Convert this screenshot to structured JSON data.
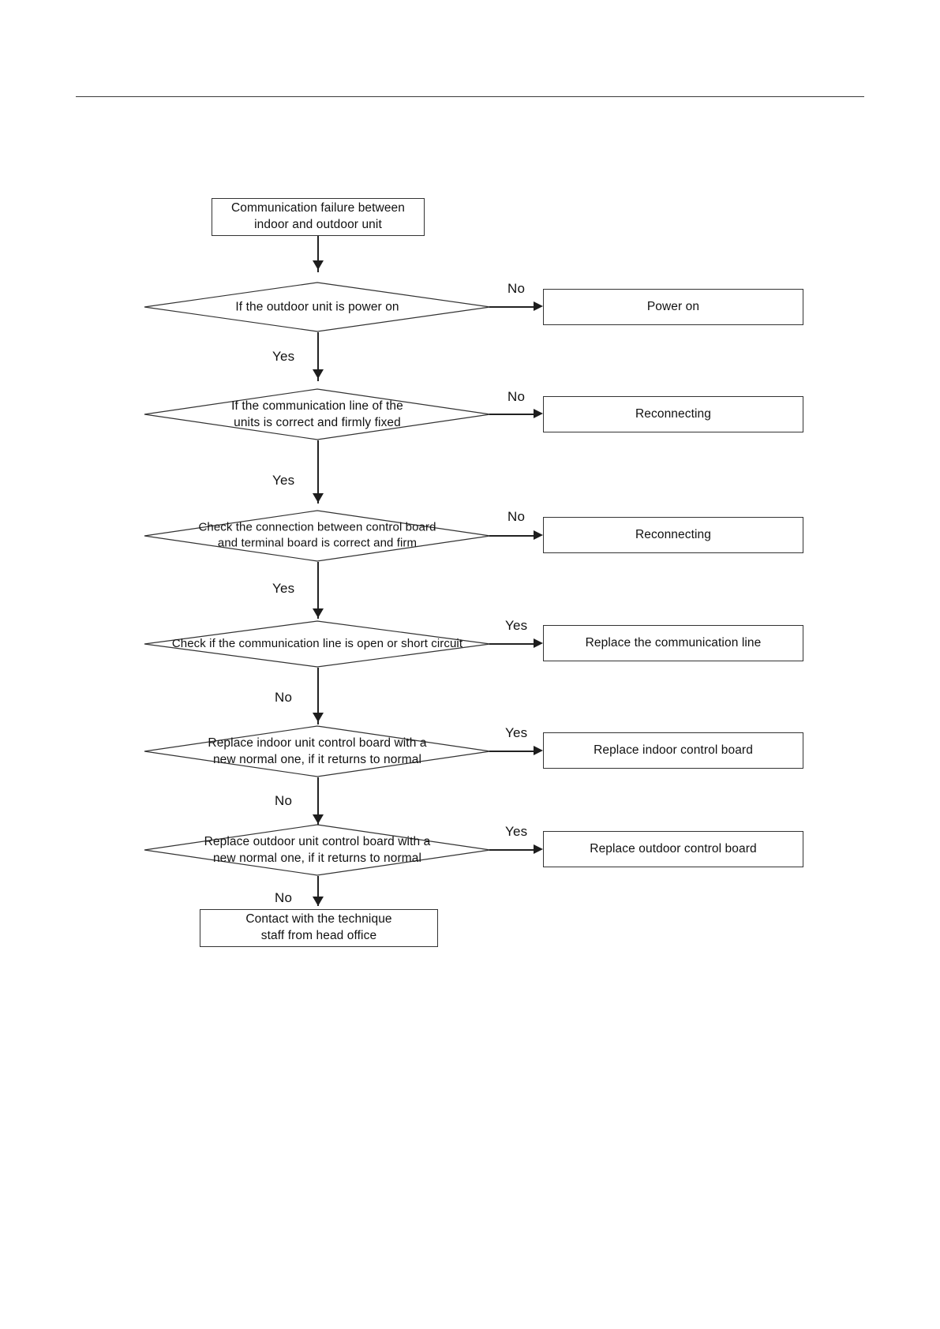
{
  "document": {
    "header_rule": true,
    "diagram_title": "Communication failure troubleshooting flowchart"
  },
  "chart_data": {
    "type": "diagram",
    "subtype": "flowchart",
    "orientation": "top-to-bottom with right branches",
    "nodes": [
      {
        "id": "start",
        "shape": "process",
        "text": "Communication failure between\nindoor and outdoor unit"
      },
      {
        "id": "d1",
        "shape": "decision",
        "text": "If the outdoor unit is power on"
      },
      {
        "id": "a1",
        "shape": "process",
        "text": "Power on"
      },
      {
        "id": "d2",
        "shape": "decision",
        "text": "If the communication line of the\nunits is  correct and firmly fixed"
      },
      {
        "id": "a2",
        "shape": "process",
        "text": "Reconnecting"
      },
      {
        "id": "d3",
        "shape": "decision",
        "text": "Check  the connection between control board\nand terminal board is correct and firm"
      },
      {
        "id": "a3",
        "shape": "process",
        "text": "Reconnecting"
      },
      {
        "id": "d4",
        "shape": "decision",
        "text": "Check if the communication line is open or short circuit"
      },
      {
        "id": "a4",
        "shape": "process",
        "text": "Replace the communication line"
      },
      {
        "id": "d5",
        "shape": "decision",
        "text": "Replace indoor unit control board with a\nnew normal one, if it returns to normal"
      },
      {
        "id": "a5",
        "shape": "process",
        "text": "Replace indoor control board"
      },
      {
        "id": "d6",
        "shape": "decision",
        "text": "Replace outdoor unit control board with a\nnew normal one, if it returns to normal"
      },
      {
        "id": "a6",
        "shape": "process",
        "text": "Replace outdoor control board"
      },
      {
        "id": "end",
        "shape": "process",
        "text": "Contact with the technique\nstaff from head office"
      }
    ],
    "edges": [
      {
        "from": "start",
        "to": "d1",
        "label": ""
      },
      {
        "from": "d1",
        "to": "a1",
        "label": "No"
      },
      {
        "from": "d1",
        "to": "d2",
        "label": "Yes"
      },
      {
        "from": "d2",
        "to": "a2",
        "label": "No"
      },
      {
        "from": "d2",
        "to": "d3",
        "label": "Yes"
      },
      {
        "from": "d3",
        "to": "a3",
        "label": "No"
      },
      {
        "from": "d3",
        "to": "d4",
        "label": "Yes"
      },
      {
        "from": "d4",
        "to": "a4",
        "label": "Yes"
      },
      {
        "from": "d4",
        "to": "d5",
        "label": "No"
      },
      {
        "from": "d5",
        "to": "a5",
        "label": "Yes"
      },
      {
        "from": "d5",
        "to": "d6",
        "label": "No"
      },
      {
        "from": "d6",
        "to": "a6",
        "label": "Yes"
      },
      {
        "from": "d6",
        "to": "end",
        "label": "No"
      }
    ],
    "colors": {
      "stroke": "#333333",
      "fill": "#ffffff",
      "text": "#111111"
    }
  },
  "flow": {
    "start_text": "Communication failure between\nindoor and outdoor unit",
    "d1_text": "If the outdoor unit is power on",
    "d2_text": "If the communication line of the\nunits is  correct and firmly fixed",
    "d3_text": "Check  the connection between control board\nand terminal board is correct and firm",
    "d4_text": "Check if the communication line is open or short circuit",
    "d5_text": "Replace indoor unit control board with a\nnew normal one, if it returns to normal",
    "d6_text": "Replace outdoor unit control board with a\nnew normal one, if it returns to normal",
    "a1_text": "Power on",
    "a2_text": "Reconnecting",
    "a3_text": "Reconnecting",
    "a4_text": "Replace the communication line",
    "a5_text": "Replace indoor control board",
    "a6_text": "Replace outdoor control board",
    "end_text": "Contact with the technique\nstaff from head office",
    "labels": {
      "d1_no": "No",
      "d1_yes": "Yes",
      "d2_no": "No",
      "d2_yes": "Yes",
      "d3_no": "No",
      "d3_yes": "Yes",
      "d4_yes": "Yes",
      "d4_no": "No",
      "d5_yes": "Yes",
      "d5_no": "No",
      "d6_yes": "Yes",
      "d6_no": "No"
    }
  }
}
